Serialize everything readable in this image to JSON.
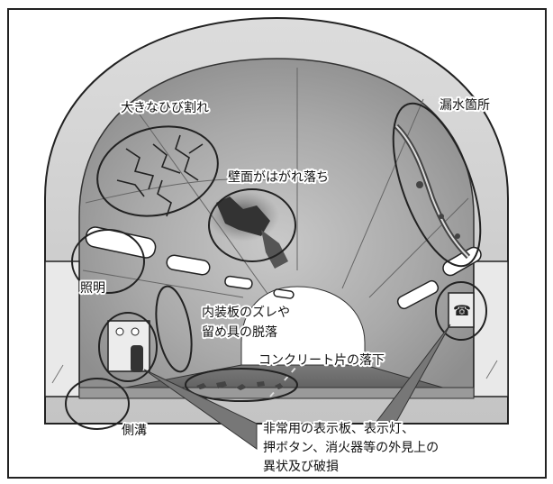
{
  "labels": {
    "cracks": "大きなひび割れ",
    "leak": "漏水箇所",
    "peeling": "壁面がはがれ落ち",
    "lighting": "照明",
    "panel_line1": "内装板のズレや",
    "panel_line2": "留め具の脱落",
    "concrete": "コンクリート片の落下",
    "gutter": "側溝",
    "equip_line1": "非常用の表示板、表示灯、",
    "equip_line2": "押ボタン、消火器等の外見上の",
    "equip_line3": "異状及び破損"
  }
}
